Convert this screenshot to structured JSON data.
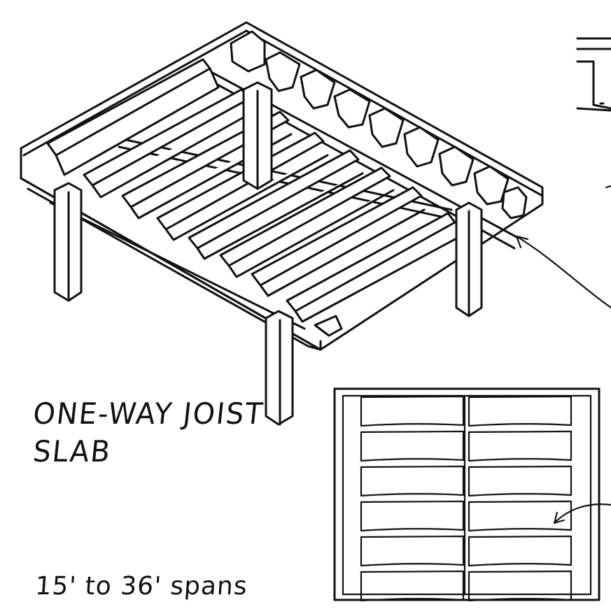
{
  "figure": {
    "title_line1": "ONE-WAY JOIST",
    "title_line2": "SLAB",
    "span_note": "15' to 36' spans"
  },
  "plan_view": {
    "pan_rows": 6,
    "pan_columns": 2
  }
}
